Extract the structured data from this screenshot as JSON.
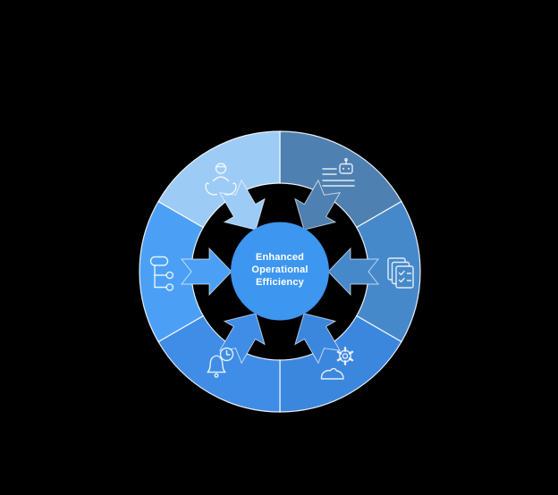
{
  "diagram": {
    "type": "circular-cycle",
    "title": "Enhanced Operational Efficiency",
    "background_color": "#000000",
    "divider_color": "#FFFFFF"
  },
  "center": {
    "color": "#3D96F0",
    "text_color": "#FFFFFF",
    "label": "Enhanced Operational Efficiency",
    "lines": [
      "Enhanced",
      "Operational",
      "Efficiency"
    ]
  },
  "segments": [
    {
      "position": "top-right",
      "icon": "chatbot-text-icon",
      "color": "#4E80B1"
    },
    {
      "position": "right",
      "icon": "documents-checklist-icon",
      "color": "#4689CB"
    },
    {
      "position": "bottom-right",
      "icon": "hand-gear-icon",
      "color": "#3C87DE"
    },
    {
      "position": "bottom-left",
      "icon": "bell-clock-icon",
      "color": "#3F8DE6"
    },
    {
      "position": "left",
      "icon": "workflow-icon",
      "color": "#4BA0F6"
    },
    {
      "position": "top-left",
      "icon": "person-care-icon",
      "color": "#9CCBF6"
    }
  ]
}
